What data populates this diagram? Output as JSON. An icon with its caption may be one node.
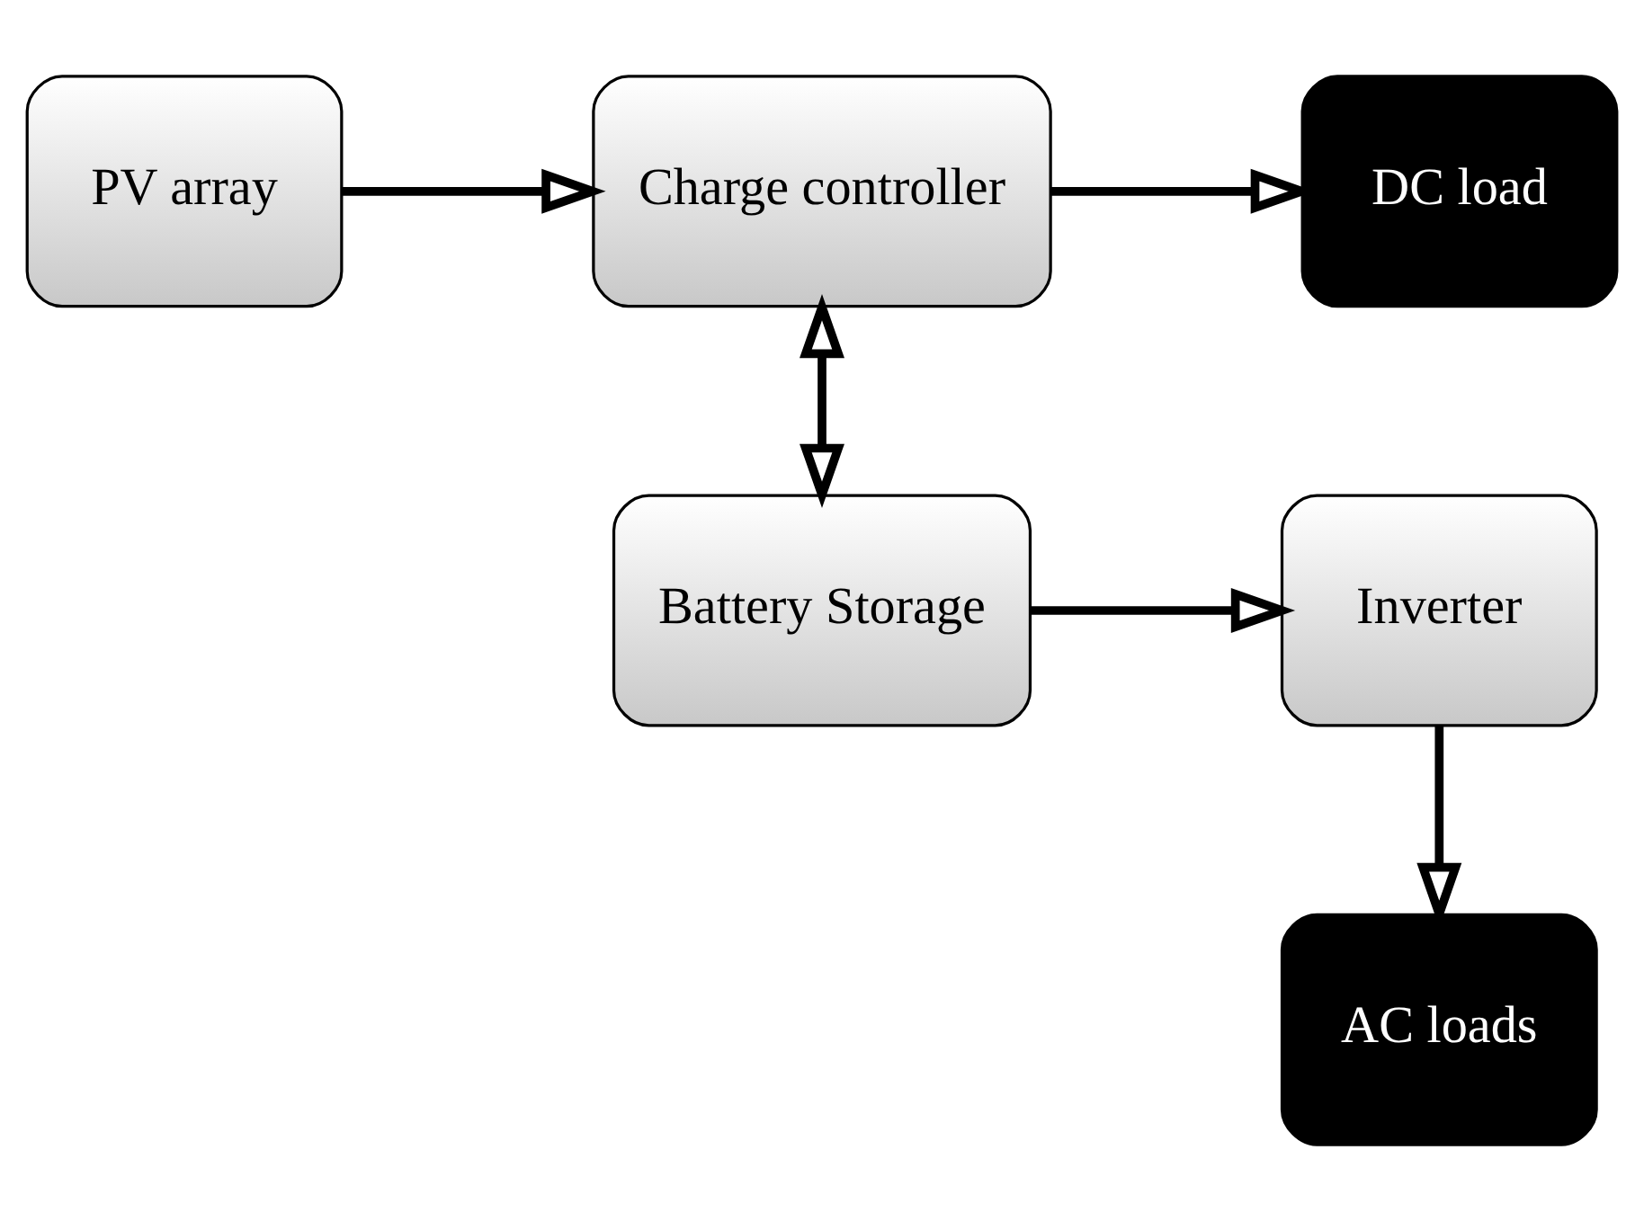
{
  "diagram": {
    "nodes": [
      {
        "text": [
          "PV array"
        ]
      },
      {
        "text": [
          "Charge controller"
        ]
      },
      {
        "text": [
          "DC load"
        ]
      },
      {
        "text": [
          "Battery Storage"
        ]
      },
      {
        "text": [
          "Inverter"
        ]
      },
      {
        "text": [
          "AC loads"
        ]
      }
    ],
    "edges": [
      {
        "from": 0,
        "to": 1,
        "arrow": "to"
      },
      {
        "from": 1,
        "to": 2,
        "arrow": "to"
      },
      {
        "from": 1,
        "to": 3,
        "arrow": "both"
      },
      {
        "from": 3,
        "to": 4,
        "arrow": "to"
      },
      {
        "from": 4,
        "to": 5,
        "arrow": "to"
      }
    ]
  }
}
